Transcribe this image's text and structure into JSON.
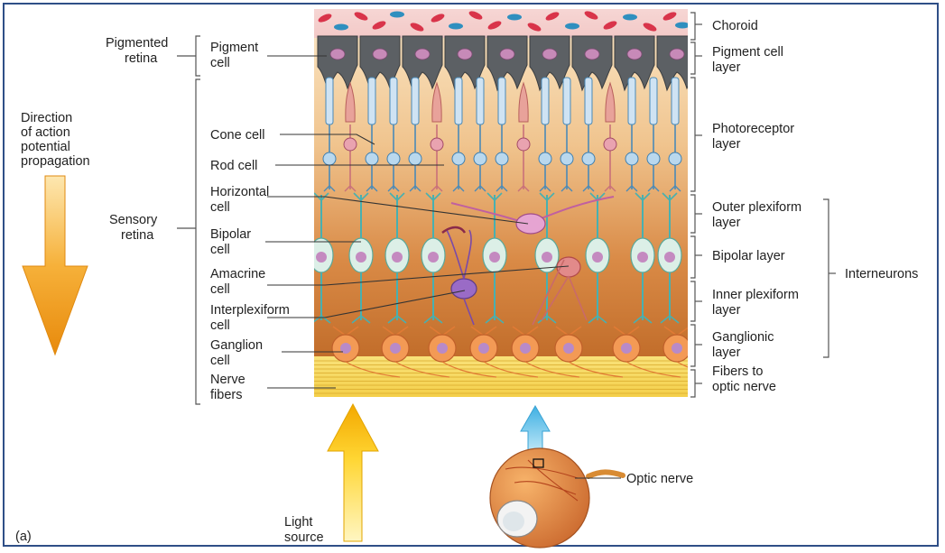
{
  "labels": {
    "pigmented_retina": [
      "Pigmented",
      "retina"
    ],
    "sensory_retina": [
      "Sensory",
      "retina"
    ],
    "direction": [
      "Direction",
      "of action",
      "potential",
      "propagation"
    ],
    "pigment_cell": [
      "Pigment",
      "cell"
    ],
    "cone_cell": "Cone cell",
    "rod_cell": "Rod cell",
    "horizontal_cell": [
      "Horizontal",
      "cell"
    ],
    "bipolar_cell": [
      "Bipolar",
      "cell"
    ],
    "amacrine_cell": [
      "Amacrine",
      "cell"
    ],
    "interplexiform_cell": [
      "Interplexiform",
      "cell"
    ],
    "ganglion_cell": [
      "Ganglion",
      "cell"
    ],
    "nerve_fibers": [
      "Nerve",
      "fibers"
    ],
    "choroid": "Choroid",
    "pigment_cell_layer": [
      "Pigment cell",
      "layer"
    ],
    "photoreceptor_layer": [
      "Photoreceptor",
      "layer"
    ],
    "outer_plexiform_layer": [
      "Outer plexiform",
      "layer"
    ],
    "bipolar_layer": "Bipolar layer",
    "inner_plexiform_layer": [
      "Inner plexiform",
      "layer"
    ],
    "ganglionic_layer": [
      "Ganglionic",
      "layer"
    ],
    "fibers_to_optic_nerve": [
      "Fibers to",
      "optic nerve"
    ],
    "interneurons": "Interneurons",
    "optic_nerve": "Optic nerve",
    "light_source": [
      "Light",
      "source"
    ],
    "panel": "(a)"
  },
  "colors": {
    "frame": "#2f4f87",
    "orange_arrow": "#f29a12",
    "yellow_arrow": "#ffd21a",
    "blue_arrow": "#4fb9e8",
    "pigment": "#5b5f63",
    "cell_pink": "#d98fb8",
    "bipolar_green": "#d6ece2",
    "ganglion_orange": "#f08a3c"
  }
}
